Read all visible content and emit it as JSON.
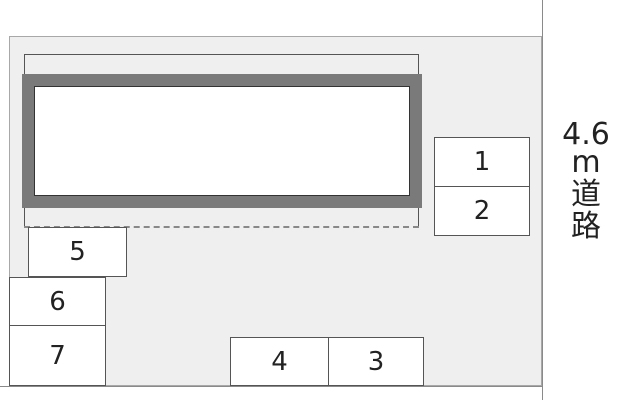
{
  "parking_spaces": [
    {
      "number": "1"
    },
    {
      "number": "2"
    },
    {
      "number": "3"
    },
    {
      "number": "4"
    },
    {
      "number": "5"
    },
    {
      "number": "6"
    },
    {
      "number": "7"
    }
  ],
  "road": {
    "width": "4.6",
    "unit": "m",
    "char1": "道",
    "char2": "路"
  }
}
